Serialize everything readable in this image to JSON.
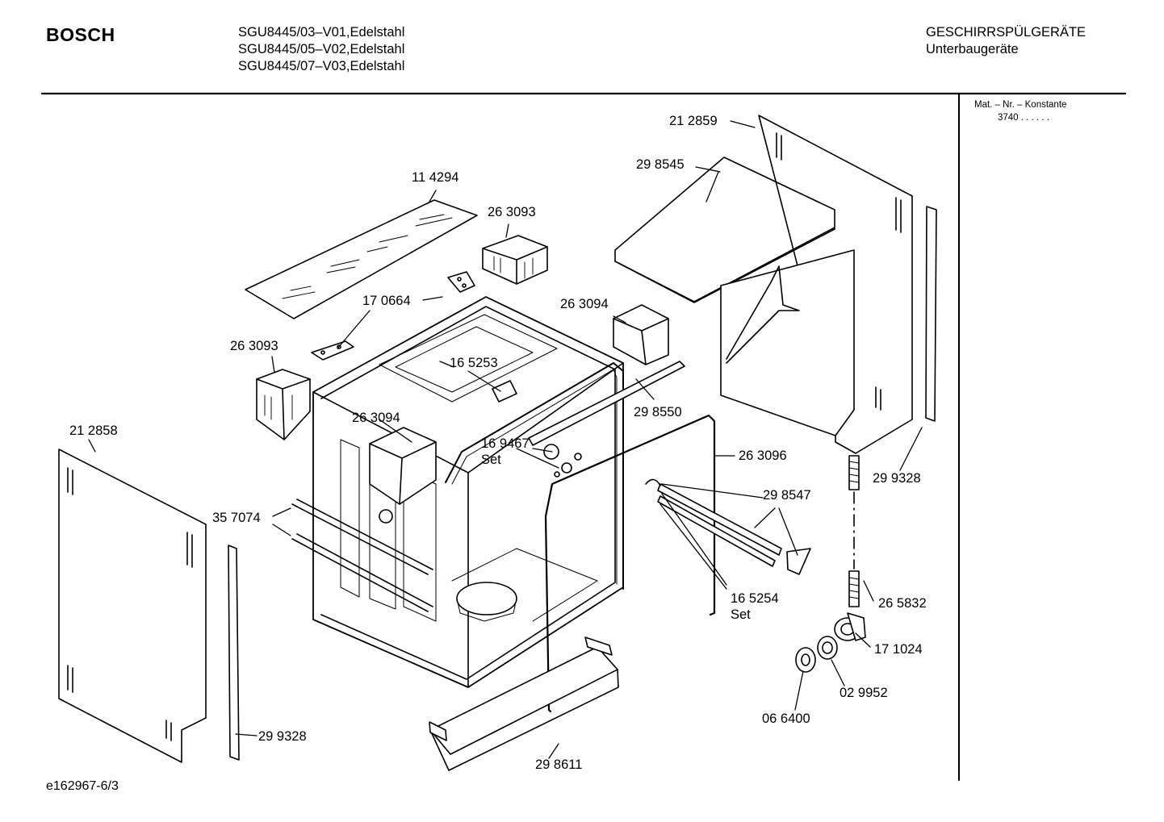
{
  "header": {
    "brand": "BOSCH",
    "models": [
      "SGU8445/03–V01,Edelstahl",
      "SGU8445/05–V02,Edelstahl",
      "SGU8445/07–V03,Edelstahl"
    ],
    "category": "GESCHIRRSPÜLGERÄTE",
    "subcategory": "Unterbaugeräte"
  },
  "sidebar": {
    "mat_label": "Mat. – Nr. – Konstante",
    "mat_value": "3740  .  .    .  .  .  ."
  },
  "footer": {
    "doc_ref": "e162967-6/3"
  },
  "parts": [
    {
      "id": "p1",
      "number": "21 2859"
    },
    {
      "id": "p2",
      "number": "29 8545"
    },
    {
      "id": "p3",
      "number": "11 4294"
    },
    {
      "id": "p4",
      "number": "26 3093"
    },
    {
      "id": "p5",
      "number": "17 0664"
    },
    {
      "id": "p6",
      "number": "26 3094"
    },
    {
      "id": "p7",
      "number": "26 3093"
    },
    {
      "id": "p8",
      "number": "16 5253"
    },
    {
      "id": "p9",
      "number": "26 3094"
    },
    {
      "id": "p10",
      "number": "29 8550"
    },
    {
      "id": "p11",
      "number": "16 9467",
      "note": "Set"
    },
    {
      "id": "p12",
      "number": "21 2858"
    },
    {
      "id": "p13",
      "number": "26 3096"
    },
    {
      "id": "p14",
      "number": "29 9328"
    },
    {
      "id": "p15",
      "number": "35 7074"
    },
    {
      "id": "p16",
      "number": "29 8547"
    },
    {
      "id": "p17",
      "number": "16 5254",
      "note": "Set"
    },
    {
      "id": "p18",
      "number": "26 5832"
    },
    {
      "id": "p19",
      "number": "17 1024"
    },
    {
      "id": "p20",
      "number": "02 9952"
    },
    {
      "id": "p21",
      "number": "06 6400"
    },
    {
      "id": "p22",
      "number": "29 9328"
    },
    {
      "id": "p23",
      "number": "29 8611"
    }
  ]
}
